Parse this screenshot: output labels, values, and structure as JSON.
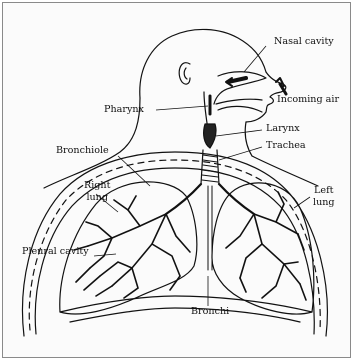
{
  "figure": {
    "labels": {
      "nasal_cavity": "Nasal cavity",
      "pharynx": "Pharynx",
      "incoming_air": "Incoming air",
      "larynx": "Larynx",
      "trachea": "Trachea",
      "bronchiole": "Bronchiole",
      "right_lung": "Right\nlung",
      "left_lung": "Left\nlung",
      "pleural_cavity": "Pleural cavity",
      "bronchi": "Bronchi"
    }
  }
}
